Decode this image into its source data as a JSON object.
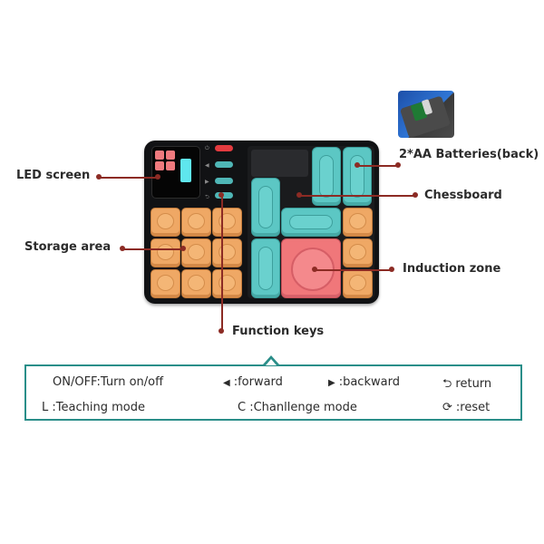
{
  "callouts": {
    "led_screen": "LED screen",
    "storage_area": "Storage area",
    "batteries": "2*AA Batteries(back)",
    "chessboard": "Chessboard",
    "induction_zone": "Induction zone",
    "function_keys": "Function keys"
  },
  "legend": {
    "onoff": "ON/OFF:Turn on/off",
    "forward_sym": "◀",
    "forward": ":forward",
    "backward_sym": "▶",
    "backward": ":backward",
    "return_sym": "⮌",
    "return": "return",
    "teaching": "L :Teaching mode",
    "challenge": "C :Chanllenge mode",
    "reset_sym": "⟳",
    "reset": ":reset"
  },
  "colors": {
    "accent_teal": "#2a8e89",
    "leader_red": "#8c2b24",
    "block_orange": "#efa865",
    "block_teal": "#5cc7c4",
    "block_pink": "#f0777a"
  },
  "icons": [
    "chevron-left-icon",
    "chevron-right-icon",
    "return-icon",
    "reset-icon",
    "battery-compartment-icon",
    "puzzle-device-icon"
  ]
}
